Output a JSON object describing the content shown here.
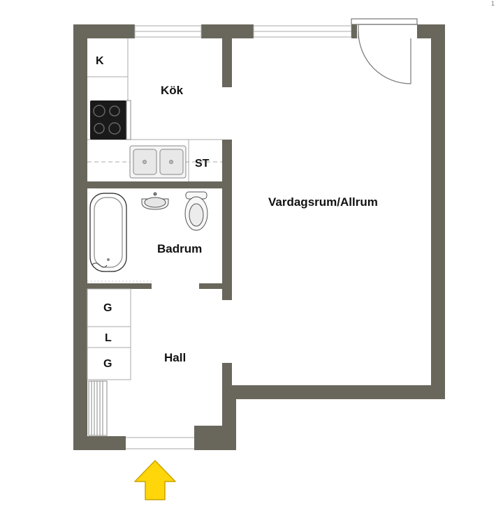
{
  "rooms": {
    "kitchen": "Kök",
    "living": "Vardagsrum/Allrum",
    "bathroom": "Badrum",
    "hall": "Hall"
  },
  "units": {
    "fridge": "K",
    "storage": "ST",
    "closet_top": "G",
    "closet_mid": "L",
    "closet_bottom": "G"
  },
  "corner_mark": "1",
  "colors": {
    "wall": "#69675b",
    "floor": "#ffffff",
    "fixture_line": "#aaaaaa",
    "stove": "#1a1a1a",
    "entrance_arrow": "#ffd60a",
    "entrance_arrow_outline": "#c9a400"
  },
  "entrance_arrow_icon": "arrow-up-icon"
}
